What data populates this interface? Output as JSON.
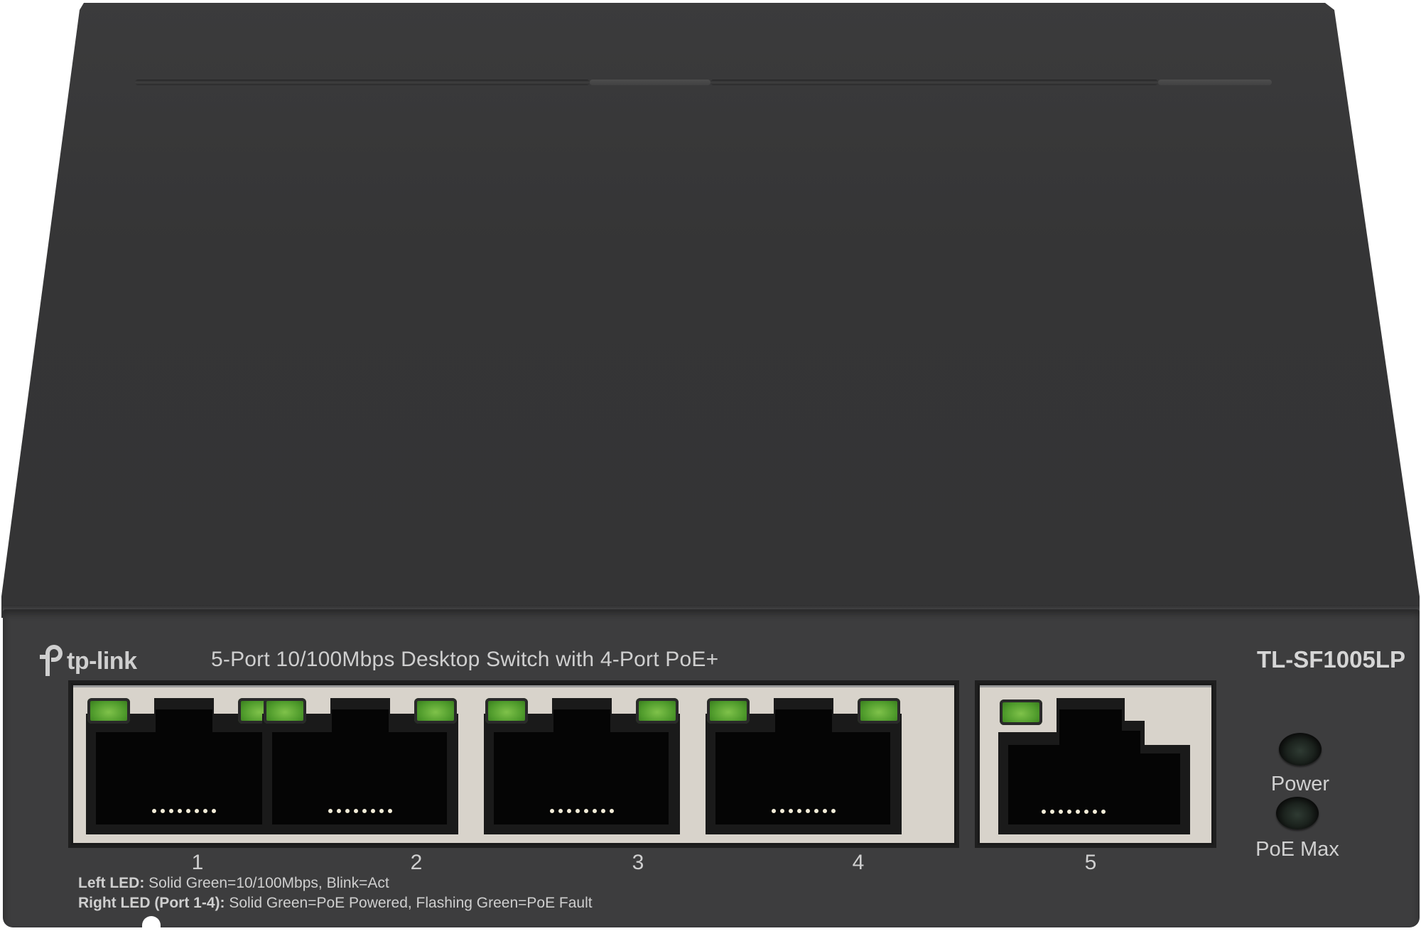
{
  "device": {
    "brand": "tp-link",
    "description": "5-Port 10/100Mbps Desktop Switch with 4-Port PoE+",
    "model": "TL-SF1005LP",
    "colors": {
      "chassis": "#3d3d3e",
      "lid": "#353536",
      "port_cage": "#d8d3cb",
      "led_green": "#5aa830",
      "label_text": "#cfcfcf"
    }
  },
  "ports": [
    {
      "label": "1",
      "left_led": "green",
      "right_led": "green",
      "poe": true
    },
    {
      "label": "2",
      "left_led": "green",
      "right_led": "green",
      "poe": true
    },
    {
      "label": "3",
      "left_led": "green",
      "right_led": "green",
      "poe": true
    },
    {
      "label": "4",
      "left_led": "green",
      "right_led": "green",
      "poe": true
    },
    {
      "label": "5",
      "left_led": "green",
      "right_led": null,
      "poe": false
    }
  ],
  "legend": {
    "line1_key": "Left LED:",
    "line1_value": " Solid Green=10/100Mbps, Blink=Act",
    "line2_key": "Right LED (Port 1-4):",
    "line2_value": " Solid Green=PoE Powered, Flashing Green=PoE Fault"
  },
  "status_leds": [
    {
      "label": "Power",
      "state": "off"
    },
    {
      "label": "PoE Max",
      "state": "off"
    }
  ]
}
